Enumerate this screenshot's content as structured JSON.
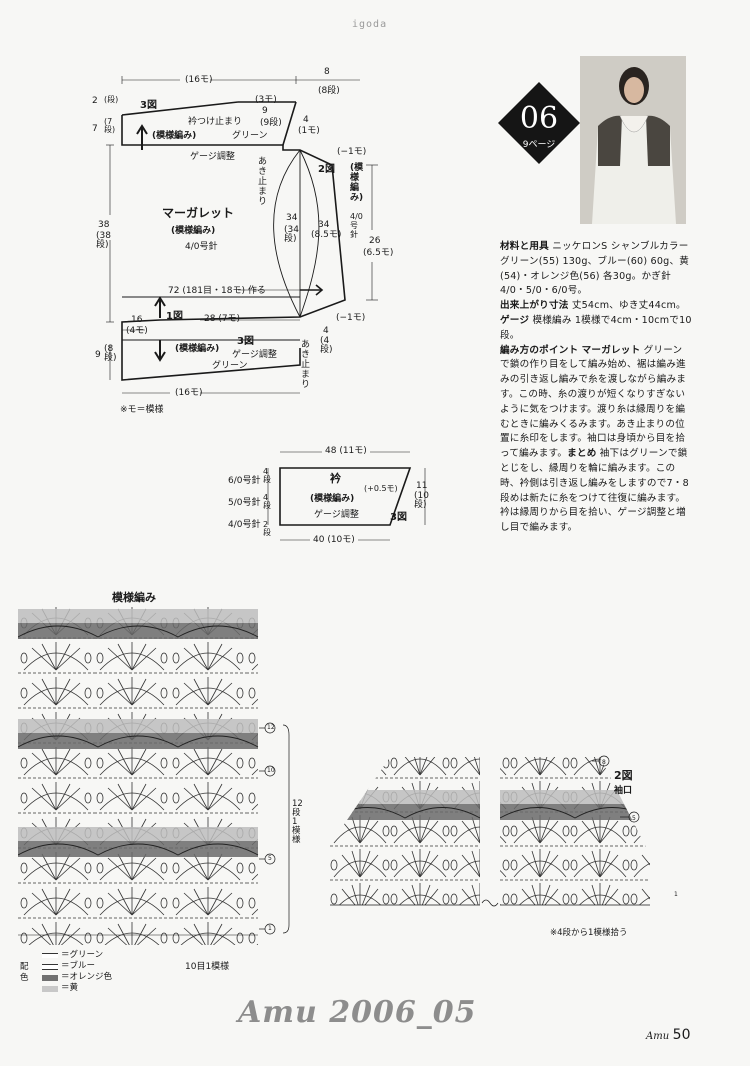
{
  "header": {
    "watermark": "igoda"
  },
  "badge": {
    "number": "06",
    "page_ref": "9ページ"
  },
  "photo": {
    "alt_description_visible": ""
  },
  "info": {
    "materials_label": "材料と用具",
    "materials_text": "ニッケロンS シャンブルカラー グリーン(55) 130g、ブルー(60) 60g、黄(54)・オレンジ色(56) 各30g。かぎ針4/0・5/0・6/0号。",
    "size_label": "出来上がり寸法",
    "size_text": "丈54cm、ゆき丈44cm。",
    "gauge_label": "ゲージ",
    "gauge_text": "模様編み 1模様で4cm・10cmで10段。",
    "points_label": "編み方のポイント",
    "points_sub_label": "マーガレット",
    "points_text_1": "グリーンで鎖の作り目をして編み始め、裾は編み進みの引き返し編みで糸を渡しながら編みます。この時、糸の渡りが短くなりすぎないように気をつけます。渡り糸は縁周りを編むときに編みくるみます。あき止まりの位置に糸印をします。袖口は身頃から目を拾って編みます。",
    "finish_label": "まとめ",
    "points_text_2": "袖下はグリーンで鎖とじをし、縁周りを輪に編みます。この時、衿側は引き返し編みをしますので7・8段めは新たに糸をつけて往復に編みます。衿は縁周りから目を拾い、ゲージ調整と増し目で編みます。"
  },
  "schematic": {
    "top_width": "(16モ)",
    "top_right_a": "8",
    "top_right_b": "(8段)",
    "left_top_2": "2",
    "left_top_2b": "(段)",
    "left_top_7": "7",
    "left_top_7b": "(7段)",
    "fig3_top": "3図",
    "three_mo": "(3モ)",
    "nine": "9",
    "nine_b": "(9段)",
    "four": "4",
    "one_mo": "(1モ)",
    "collar_attach": "衿つけ止まり",
    "pattern_green": "(模様編み)",
    "green": "グリーン",
    "gauge_adj": "ゲージ調整",
    "minus1_top": "(−1モ)",
    "fig2": "2図",
    "pattern_vertical": "(模様編み)",
    "hook_vertical": "4/0号針",
    "opening_top": "あき止まり",
    "left_38": "38",
    "left_38b": "(38段)",
    "title": "マーガレット",
    "title_pattern": "(模様編み)",
    "title_hook": "4/0号針",
    "c34a": "34",
    "c34b": "(34段)",
    "c34c": "34",
    "c34d": "(8.5モ)",
    "c26": "26",
    "c26b": "(6.5モ)",
    "chain": "72 (181目・18モ) 作る",
    "fig1": "1図",
    "c16": "16",
    "c4mo": "(4モ)",
    "c28": "28 (7モ)",
    "minus1_bottom": "(−1モ)",
    "fig3_bottom": "3図",
    "bottom_pattern": "(模様編み)",
    "bottom_gauge": "ゲージ調整",
    "bottom_green": "グリーン",
    "c4": "4",
    "c4b": "(4段)",
    "opening_bottom": "あき止まり",
    "left_9": "9",
    "left_9b": "(8段)",
    "bottom_width": "(16モ)",
    "note": "※モ＝模様"
  },
  "collar": {
    "top": "48 (11モ)",
    "hook6": "6/0号針",
    "hook5": "5/0号針",
    "hook4": "4/0号針",
    "seg4a": "4段",
    "seg4b": "4段",
    "seg2": "2段",
    "title": "衿",
    "pattern": "(模様編み)",
    "gauge": "ゲージ調整",
    "inc": "(+0.5モ)",
    "right": "11",
    "right_b": "(10段)",
    "fig3": "3図",
    "bottom": "40 (10モ)"
  },
  "chart_left": {
    "title": "模様編み",
    "row12": "12",
    "row10": "10",
    "row5": "5",
    "row1": "1",
    "repeat_rows": "12段1模様",
    "repeat_stitches": "10目1模様"
  },
  "chart_right": {
    "fig_label": "2図",
    "fig_sub": "袖口",
    "row8": "8",
    "row5": "5",
    "row1": "1",
    "note": "※4段から1模様拾う"
  },
  "legend": {
    "title": "配色",
    "items": [
      {
        "label": "＝グリーン",
        "color": "#ffffff"
      },
      {
        "label": "＝ブルー",
        "color": "#ffffff"
      },
      {
        "label": "＝オレンジ色",
        "color": "#707070"
      },
      {
        "label": "＝黄",
        "color": "#c8c8c8"
      }
    ]
  },
  "footer": {
    "brand": "Amu 2006_05",
    "amu": "Amu",
    "page": "50"
  }
}
